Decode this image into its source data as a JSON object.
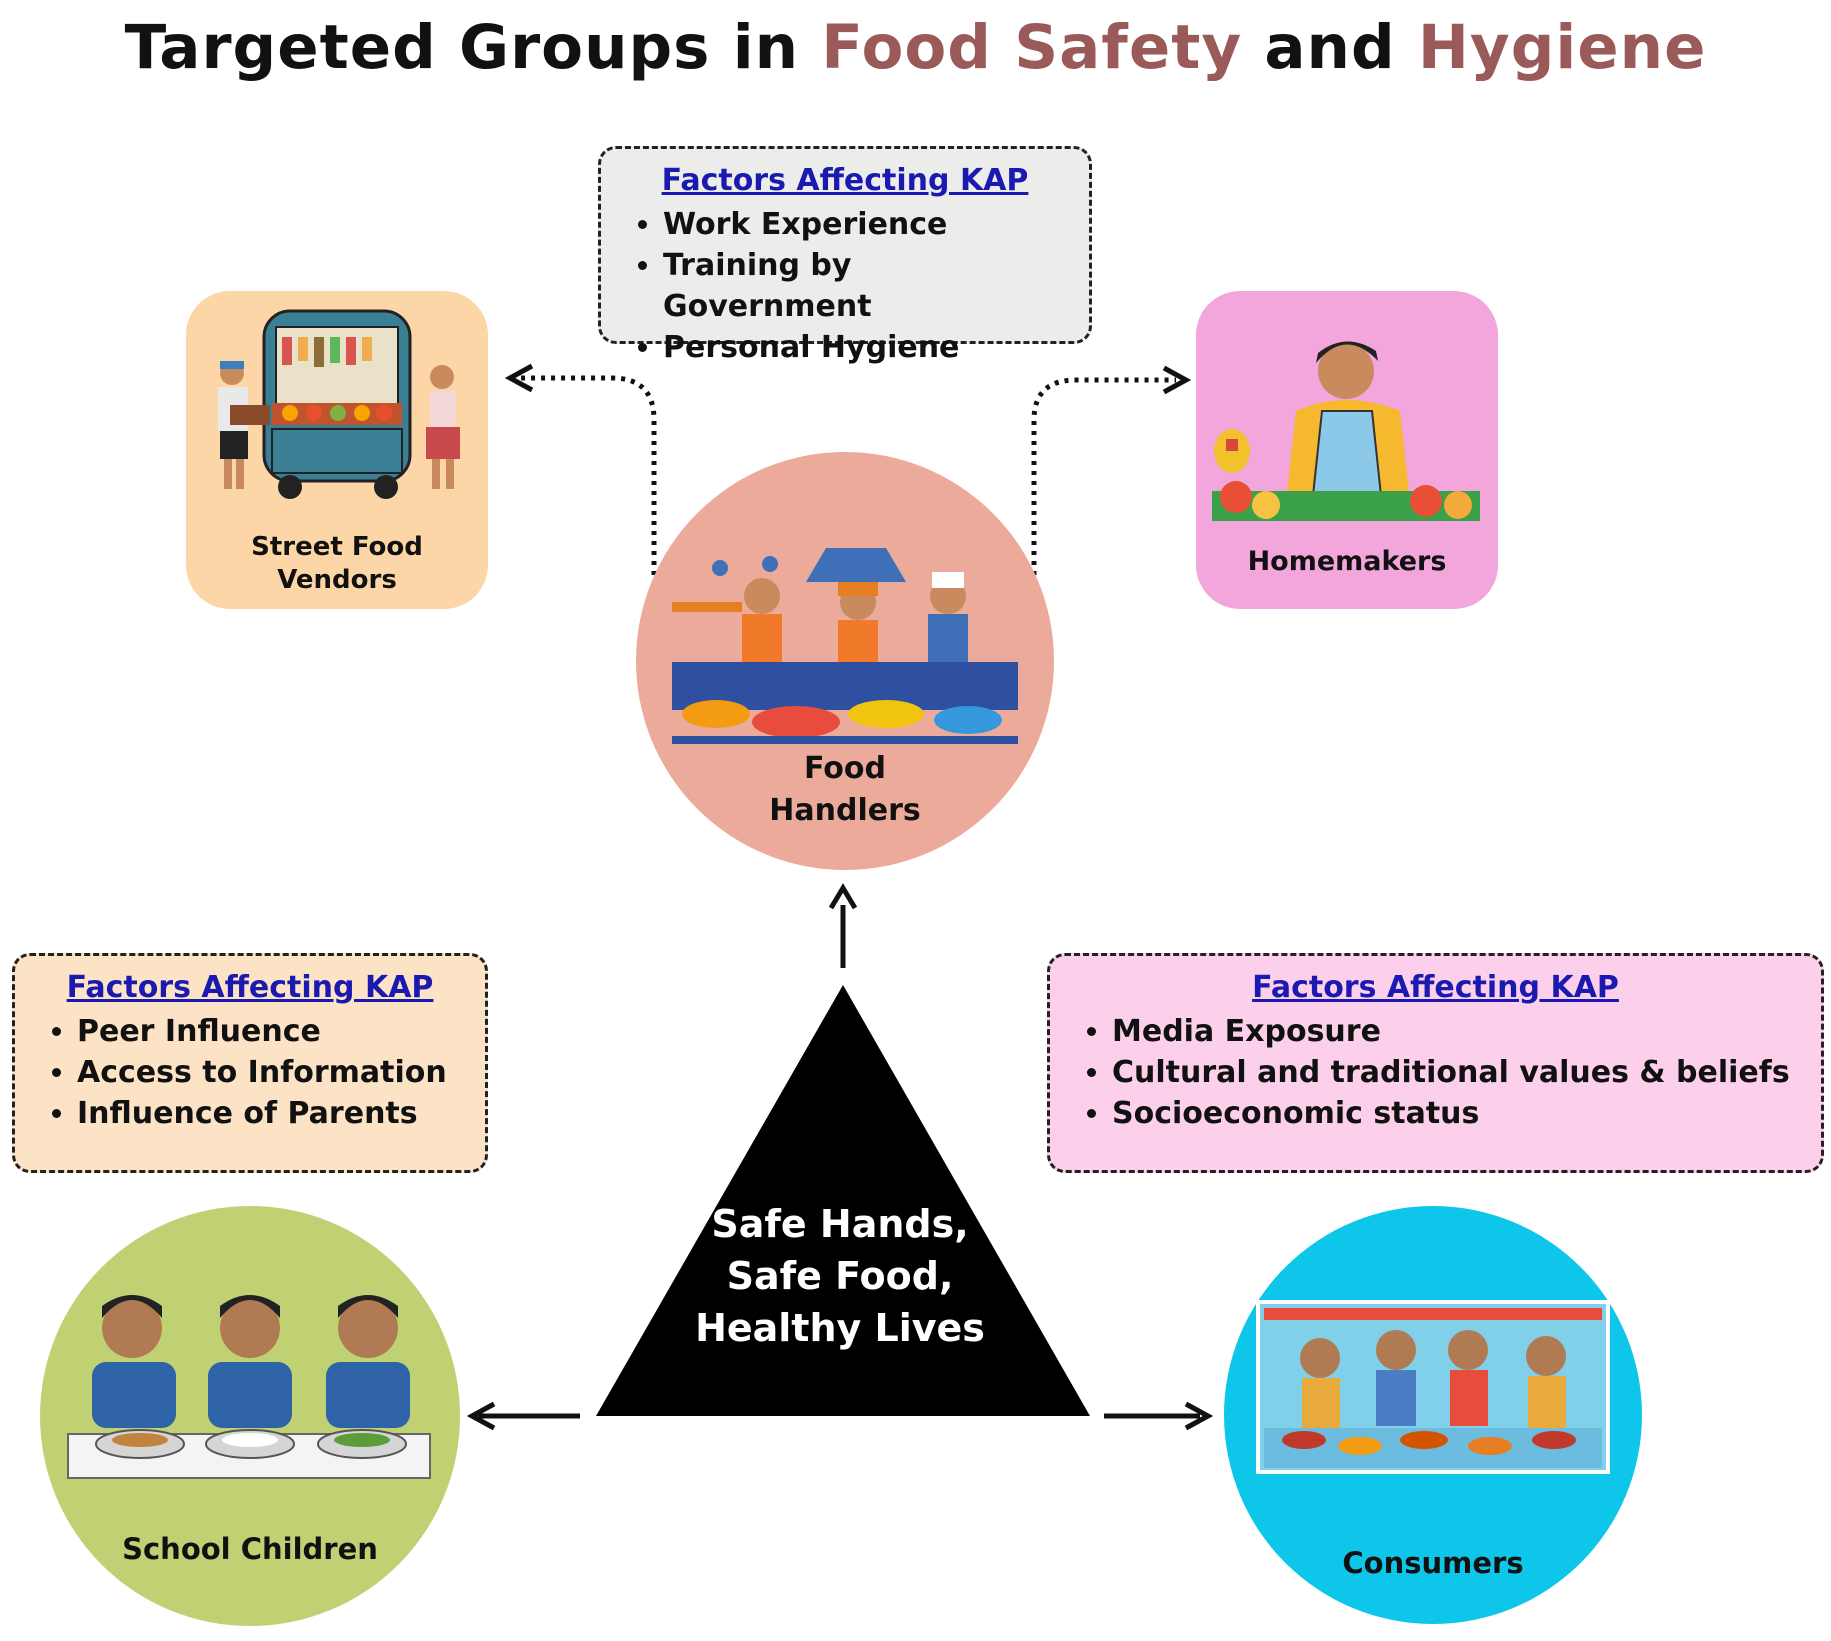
{
  "title": {
    "part1": "Targeted Groups in ",
    "part2": "Food Safety",
    "part3": " and ",
    "part4": "Hygiene"
  },
  "colors": {
    "accent_title": "#9a5a5a",
    "factor_heading": "#1a1ab0",
    "vendors_bg": "#fcd6a6",
    "homemakers_bg": "#f2a6dc",
    "handlers_bg": "#ecaa9a",
    "children_bg": "#bfd173",
    "consumers_bg": "#0ec6ea"
  },
  "factors_top": {
    "heading": "Factors Affecting KAP",
    "items": [
      "Work Experience",
      "Training by Government",
      "Personal Hygiene"
    ]
  },
  "factors_left": {
    "heading": "Factors Affecting KAP",
    "items": [
      "Peer Influence",
      "Access to Information",
      "Influence of Parents"
    ]
  },
  "factors_right": {
    "heading": "Factors Affecting KAP",
    "items": [
      "Media Exposure",
      "Cultural and traditional values & beliefs",
      "Socioeconomic status"
    ]
  },
  "groups": {
    "vendors": {
      "line1": "Street Food",
      "line2": "Vendors",
      "icon": "food-cart-illustration"
    },
    "homemakers": {
      "label": "Homemakers",
      "icon": "woman-cooking-illustration"
    },
    "handlers": {
      "line1": "Food",
      "line2": "Handlers",
      "icon": "kitchen-cooks-illustration"
    },
    "children": {
      "label": "School Children",
      "icon": "children-eating-illustration"
    },
    "consumers": {
      "label": "Consumers",
      "icon": "family-dining-illustration"
    }
  },
  "center": {
    "line1": "Safe Hands,",
    "line2": "Safe Food,",
    "line3": "Healthy Lives"
  }
}
